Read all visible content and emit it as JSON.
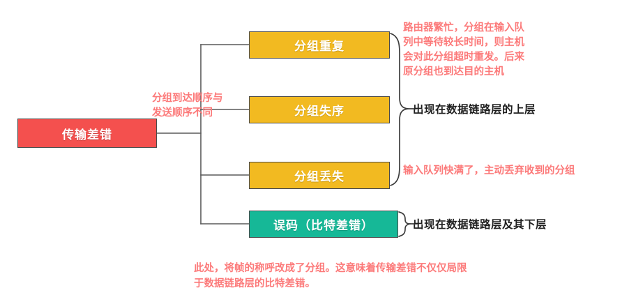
{
  "diagram": {
    "type": "mind-map",
    "title": "传输差错",
    "colors": {
      "root": "#f4504e",
      "branch": "#f2ba21",
      "leaf": "#16b897",
      "annotation": "#fc7a7a",
      "label": "#1f1f1f",
      "connector": "#5a5a5a"
    },
    "root": {
      "label": "传输差错"
    },
    "branches": [
      {
        "id": "dup",
        "label": "分组重复",
        "color": "#f2ba21"
      },
      {
        "id": "order",
        "label": "分组失序",
        "color": "#f2ba21"
      },
      {
        "id": "loss",
        "label": "分组丢失",
        "color": "#f2ba21"
      },
      {
        "id": "bit",
        "label": "误码（比特差错）",
        "color": "#16b897"
      }
    ],
    "annotations": {
      "duplicate": "路由器繁忙，分组在输入队\n列中等待较长时间，则主机\n会对此分组超时重发。后来\n原分组也到达目的主机",
      "out_of_order": "分组到达顺序与\n发送顺序不同",
      "loss": "输入队列快满了，主动丢弃收到的分组",
      "footnote": "此处，将帧的称呼改成了分组。这意味着传输差错不仅仅局限\n于数据链路层的比特差错。"
    },
    "labels": {
      "upper_layer": "出现在数据链路层的上层",
      "lower_layer": "出现在数据链路层及其下层"
    }
  }
}
